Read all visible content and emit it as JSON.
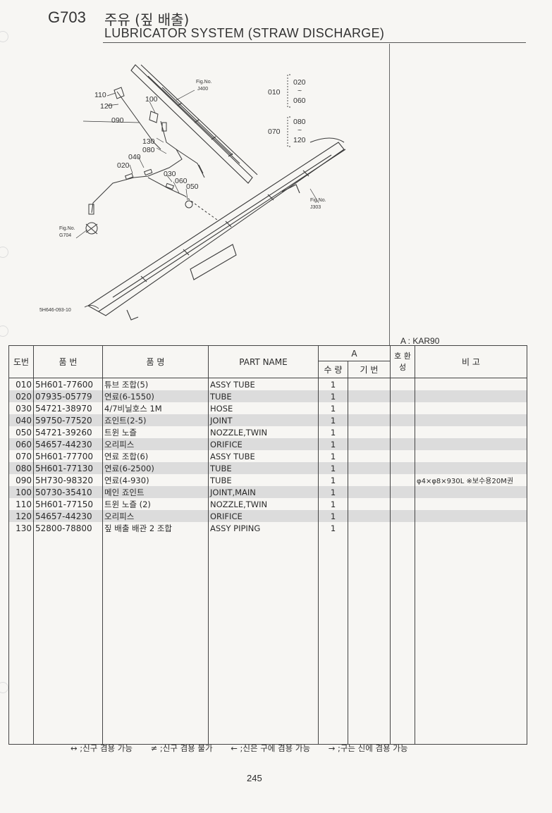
{
  "header": {
    "code": "G703",
    "title_ko": "주유 (짚 배출)",
    "title_en": "LUBRICATOR SYSTEM (STRAW DISCHARGE)"
  },
  "diagram": {
    "drawing_no": "5H646-093-10",
    "callouts": [
      "110",
      "120",
      "100",
      "090",
      "130",
      "080",
      "040",
      "020",
      "030",
      "060",
      "050"
    ],
    "fig_refs": [
      {
        "label": "Fig.No.",
        "no": "J400"
      },
      {
        "label": "Fig.No.",
        "no": "J303"
      },
      {
        "label": "Fig.No.",
        "no": "G704"
      }
    ],
    "groups": [
      {
        "key": "010",
        "from": "020",
        "tilde": "~",
        "to": "060"
      },
      {
        "key": "070",
        "from": "080",
        "tilde": "~",
        "to": "120"
      }
    ]
  },
  "model_note": "A : KAR90",
  "table": {
    "headers": {
      "no": "도번",
      "part_no": "품  번",
      "name_ko": "품          명",
      "part_name": "PART  NAME",
      "group_a": "A",
      "qty": "수 량",
      "base_no": "기 번",
      "interchange": "호 환 성",
      "remarks": "비          고"
    },
    "rows": [
      {
        "no": "010",
        "part_no": "5H601-77600",
        "name_ko": "튜브 조합(5)",
        "part_name": "ASSY TUBE",
        "qty": "1",
        "base_no": "",
        "interchange": "",
        "remarks": ""
      },
      {
        "no": "020",
        "part_no": "07935-05779",
        "name_ko": "연료(6-1550)",
        "part_name": "TUBE",
        "qty": "1",
        "base_no": "",
        "interchange": "",
        "remarks": ""
      },
      {
        "no": "030",
        "part_no": "54721-38970",
        "name_ko": "4/7비닐호스  1M",
        "part_name": "HOSE",
        "qty": "1",
        "base_no": "",
        "interchange": "",
        "remarks": ""
      },
      {
        "no": "040",
        "part_no": "59750-77520",
        "name_ko": "죠인트(2-5)",
        "part_name": "JOINT",
        "qty": "1",
        "base_no": "",
        "interchange": "",
        "remarks": ""
      },
      {
        "no": "050",
        "part_no": "54721-39260",
        "name_ko": "트윈 노즐",
        "part_name": "NOZZLE,TWIN",
        "qty": "1",
        "base_no": "",
        "interchange": "",
        "remarks": ""
      },
      {
        "no": "060",
        "part_no": "54657-44230",
        "name_ko": "오리피스",
        "part_name": "ORIFICE",
        "qty": "1",
        "base_no": "",
        "interchange": "",
        "remarks": ""
      },
      {
        "no": "070",
        "part_no": "5H601-77700",
        "name_ko": "연료 조합(6)",
        "part_name": "ASSY TUBE",
        "qty": "1",
        "base_no": "",
        "interchange": "",
        "remarks": ""
      },
      {
        "no": "080",
        "part_no": "5H601-77130",
        "name_ko": "연료(6-2500)",
        "part_name": "TUBE",
        "qty": "1",
        "base_no": "",
        "interchange": "",
        "remarks": ""
      },
      {
        "no": "090",
        "part_no": "5H730-98320",
        "name_ko": "연료(4-930)",
        "part_name": "TUBE",
        "qty": "1",
        "base_no": "",
        "interchange": "",
        "remarks": "φ4×φ8×930L ※보수용20M권"
      },
      {
        "no": "100",
        "part_no": "50730-35410",
        "name_ko": "메인 죠인트",
        "part_name": "JOINT,MAIN",
        "qty": "1",
        "base_no": "",
        "interchange": "",
        "remarks": ""
      },
      {
        "no": "110",
        "part_no": "5H601-77150",
        "name_ko": "트윈 노즐 (2)",
        "part_name": "NOZZLE,TWIN",
        "qty": "1",
        "base_no": "",
        "interchange": "",
        "remarks": ""
      },
      {
        "no": "120",
        "part_no": "54657-44230",
        "name_ko": "오리피스",
        "part_name": "ORIFICE",
        "qty": "1",
        "base_no": "",
        "interchange": "",
        "remarks": ""
      },
      {
        "no": "130",
        "part_no": "52800-78800",
        "name_ko": "짚 배출 배관 2 조합",
        "part_name": "ASSY PIPING",
        "qty": "1",
        "base_no": "",
        "interchange": "",
        "remarks": ""
      }
    ]
  },
  "legend": [
    "↔ ;신구 겸용 가능",
    "≠ ;신구 겸용 불가",
    "← ;신은 구에 겸용 가능",
    "→ ;구는 신에 겸용 가능"
  ],
  "page_number": "245"
}
